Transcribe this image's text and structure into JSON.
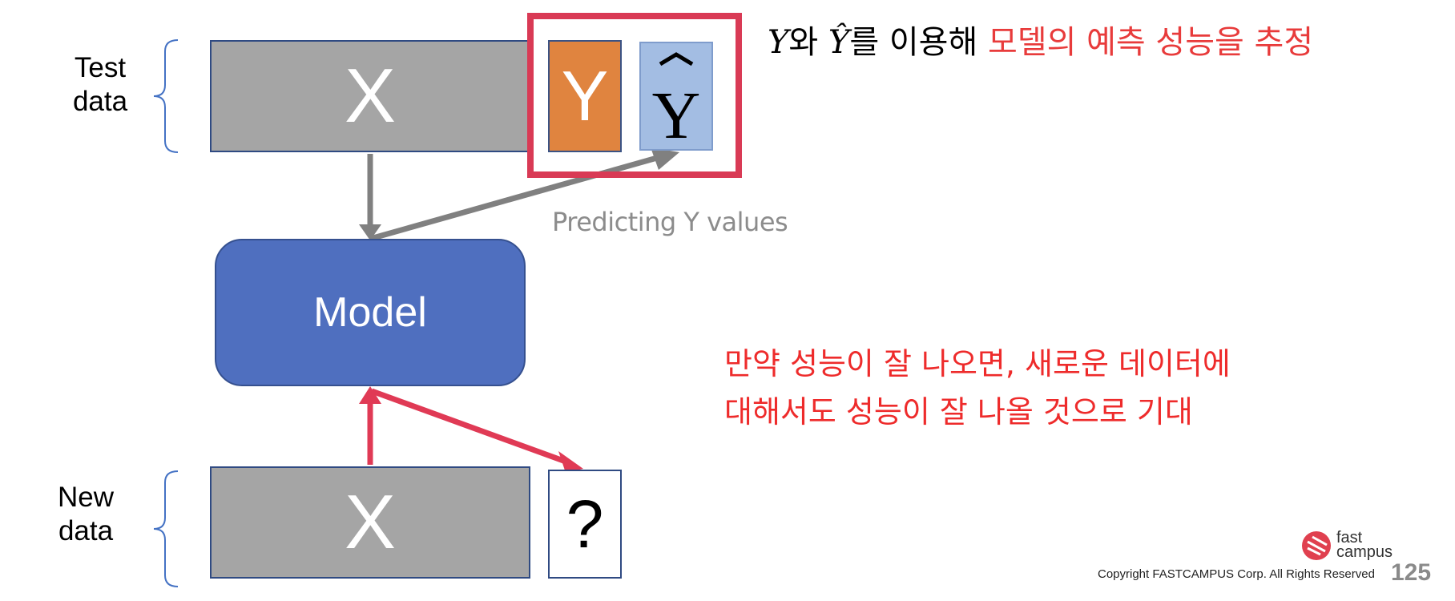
{
  "test_data": {
    "line1": "Test",
    "line2": "data"
  },
  "new_data": {
    "line1": "New",
    "line2": "data"
  },
  "test_x_label": "X",
  "new_x_label": "X",
  "y_label": "Y",
  "yhat_label": "Ŷ",
  "question_label": "?",
  "model_label": "Model",
  "predicting_label": "Predicting Y values",
  "headline": {
    "y_sym": "Y",
    "part1": "와 ",
    "yhat_sym": "Ŷ",
    "part2": "를 이용해 ",
    "highlight": "모델의 예측 성능을 추정"
  },
  "note": {
    "line1": "만약 성능이 잘 나오면, 새로운 데이터에",
    "line2": "대해서도 성능이 잘 나올 것으로 기대"
  },
  "footer": {
    "copyright": "Copyright FASTCAMPUS Corp. All Rights Reserved",
    "page_number": "125",
    "logo_line1": "fast",
    "logo_line2": "campus"
  },
  "colors": {
    "gray_box": "#a5a5a5",
    "y_box": "#e0843f",
    "yhat_box": "#a3bde3",
    "model_box": "#4f6fbf",
    "highlight_red": "#e83b3b",
    "frame_red": "#d93a55",
    "arrow_gray": "#808080"
  }
}
